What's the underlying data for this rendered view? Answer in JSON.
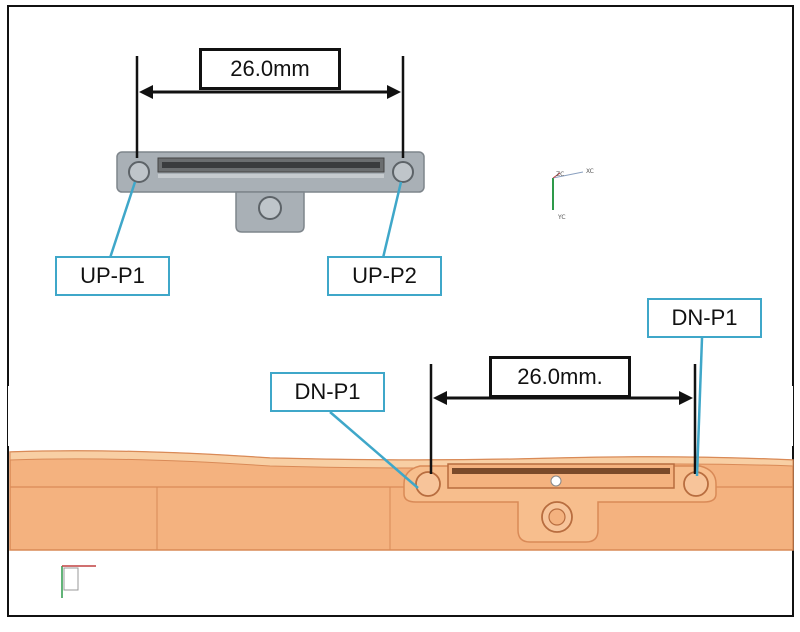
{
  "top_view": {
    "dimension_label": "26.0mm",
    "callout_left": "UP-P1",
    "callout_right": "UP-P2"
  },
  "bottom_view": {
    "dimension_label": "26.0mm.",
    "callout_left": "DN-P1",
    "callout_right": "DN-P1"
  },
  "triad_labels": {
    "x": "XC",
    "y": "YC",
    "z": "ZC"
  },
  "colors": {
    "callout_border": "#3fa7c9",
    "part_fill": "#f4b27f",
    "part_edge": "#d98a57",
    "bracket_fill": "#a9b0b6",
    "dimension_line": "#111111"
  }
}
